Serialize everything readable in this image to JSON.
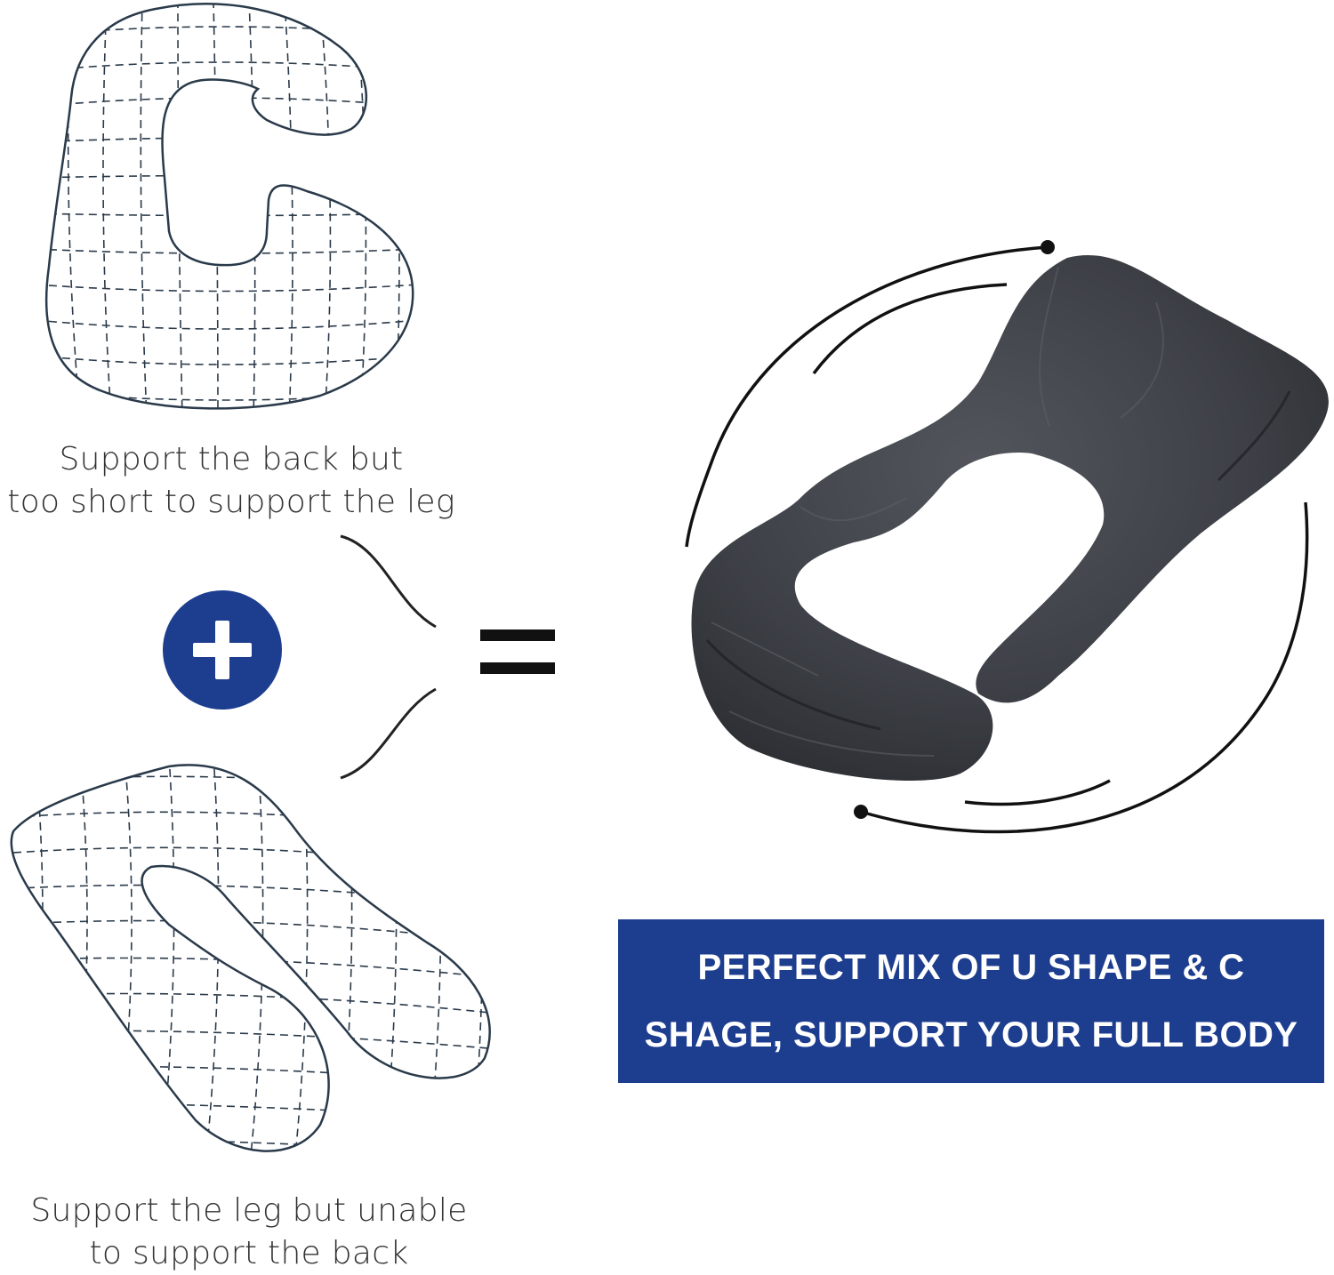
{
  "c_shape": {
    "caption_line1": "Support the back but",
    "caption_line2": "too short to support the leg"
  },
  "u_shape": {
    "caption_line1": "Support the leg but unable",
    "caption_line2": "to support the back"
  },
  "operators": {
    "plus_icon": "plus-icon",
    "equals_icon": "equals-icon"
  },
  "banner": {
    "line1": "PERFECT MIX OF U SHAPE & C",
    "line2": "SHAGE, SUPPORT YOUR FULL BODY"
  },
  "colors": {
    "accent_blue": "#1d3d8f",
    "outline": "#2a3a4a",
    "pillow_dark": "#3d4046"
  }
}
